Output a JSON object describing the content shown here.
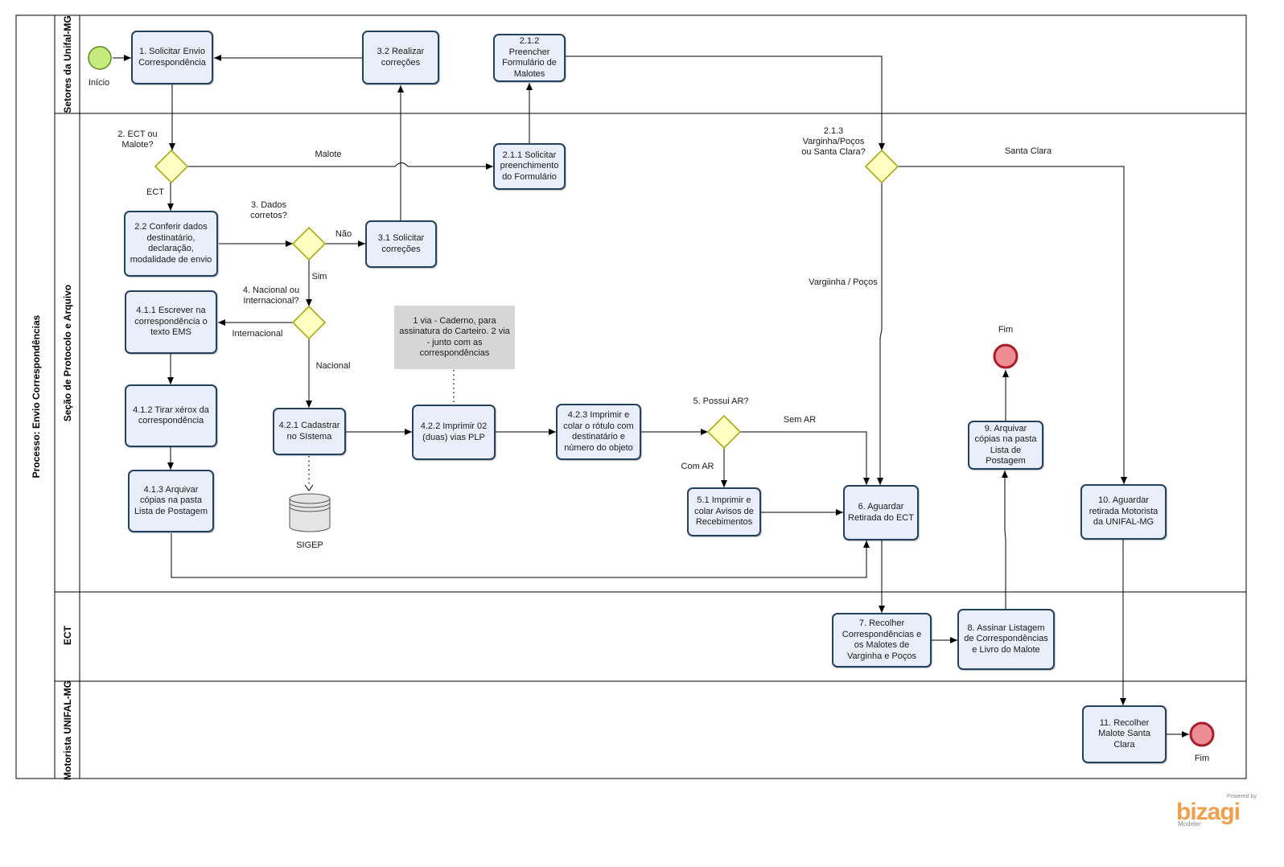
{
  "pool": {
    "title": "Processo: Envio Correspondências"
  },
  "lanes": [
    {
      "id": "setores",
      "label": "Setores da Unifal-MG"
    },
    {
      "id": "protocolo",
      "label": "Seção de Protocolo e Arquivo"
    },
    {
      "id": "ect",
      "label": "ECT"
    },
    {
      "id": "motorista",
      "label": "Motorista UNIFAL-MG"
    }
  ],
  "events": {
    "start": {
      "label": "Início"
    },
    "end1": {
      "label": "Fim"
    },
    "end2": {
      "label": "Fim"
    }
  },
  "tasks": {
    "t1": "1. Solicitar Envio Correspondência",
    "t32": "3.2 Realizar correções",
    "t212": "2.1.2 Preencher Formulário de Malotes",
    "t211": "2.1.1 Solicitar preenchimento do Formulário",
    "t22": "2.2 Conferir dados destinatário, declaração, modalidade de envio",
    "t31": "3.1 Solicitar correções",
    "t411": "4.1.1 Escrever na correspondência o texto EMS",
    "t412": "4.1.2 Tirar xérox da correspondência",
    "t413": "4.1.3 Arquivar cópias na pasta Lista de Postagem",
    "t421": "4.2.1 Cadastrar no SIstema",
    "t422": "4.2.2 Imprimir 02 (duas) vias PLP",
    "t423": "4.2.3 Imprimir e colar o rótulo com destinatário e número do objeto",
    "t51": "5.1 Imprimir e colar Avisos de Recebimentos",
    "t6": "6. Aguardar Retirada do ECT",
    "t9": "9. Arquivar cópias na pasta Lista de Postagem",
    "t10": "10. Aguardar retirada Motorista da UNIFAL-MG",
    "t7": "7. Recolher Correspondências e os Malotes de Varginha e Poços",
    "t8": "8. Assinar Listagem de Correspondências e Livro do Malote",
    "t11": "11. Recolher Malote Santa Clara"
  },
  "gateways": {
    "g2": "2. ECT ou Malote?",
    "g3": "3. Dados corretos?",
    "g4": "4. Nacional ou Internacional?",
    "g213": "2.1.3 Varginha/Poços ou Santa Clara?",
    "g5": "5. Possui AR?"
  },
  "flows": {
    "malote": "Malote",
    "ect": "ECT",
    "nao": "Não",
    "sim": "Sim",
    "internacional": "Internacional",
    "nacional": "Nacional",
    "santa_clara": "Santa Clara",
    "varginha_pocos": "Vargiinha / Poços",
    "sem_ar": "Sem AR",
    "com_ar": "Com AR"
  },
  "annotation": "1 via - Caderno, para assinatura do Carteiro. 2 via - junto com as correspondências",
  "datastore": {
    "label": "SIGEP"
  },
  "branding": {
    "powered_by": "Powered by",
    "name": "bizagi",
    "product": "Modeler"
  },
  "colors": {
    "task_fill": "#e9effa",
    "task_stroke": "#24415f",
    "gateway_fill": "#ffffc2",
    "gateway_stroke": "#a2a300",
    "start_fill": "#c5eb7f",
    "start_stroke": "#5d8c1d",
    "end_fill": "#ee8d94",
    "end_stroke": "#a81c2a",
    "annotation_fill": "#d6d6d6",
    "brand": "#f0a04b"
  }
}
